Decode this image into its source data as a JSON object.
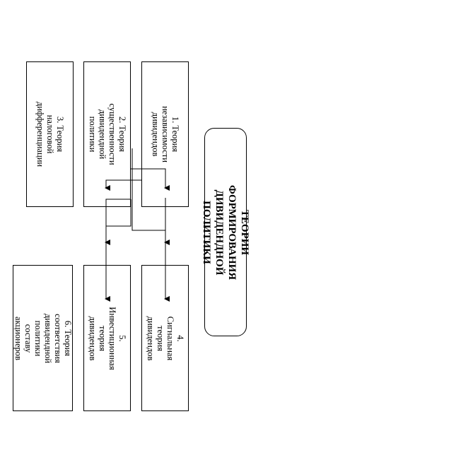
{
  "diagram": {
    "title": "ТЕОРИИ ФОРМИРОВАНИЯ\nДИВИДЕНДНОЙ ПОЛИТИКИ",
    "boxes": [
      {
        "id": "b1",
        "text": "1. Теория независимости\nдивидендов"
      },
      {
        "id": "b2",
        "text": "2. Теория существенности\nдивидендной политики"
      },
      {
        "id": "b3",
        "text": "3. Теория налоговой\nдифференциации"
      },
      {
        "id": "b4",
        "text": "4. Сигнальная теория\nдивидендов"
      },
      {
        "id": "b5",
        "text": "5. Инвестиционная теория\nдивидендов"
      },
      {
        "id": "b6",
        "text": "6. Теория соответствия\nдивидендной политики\nсоставу акционеров"
      }
    ]
  }
}
